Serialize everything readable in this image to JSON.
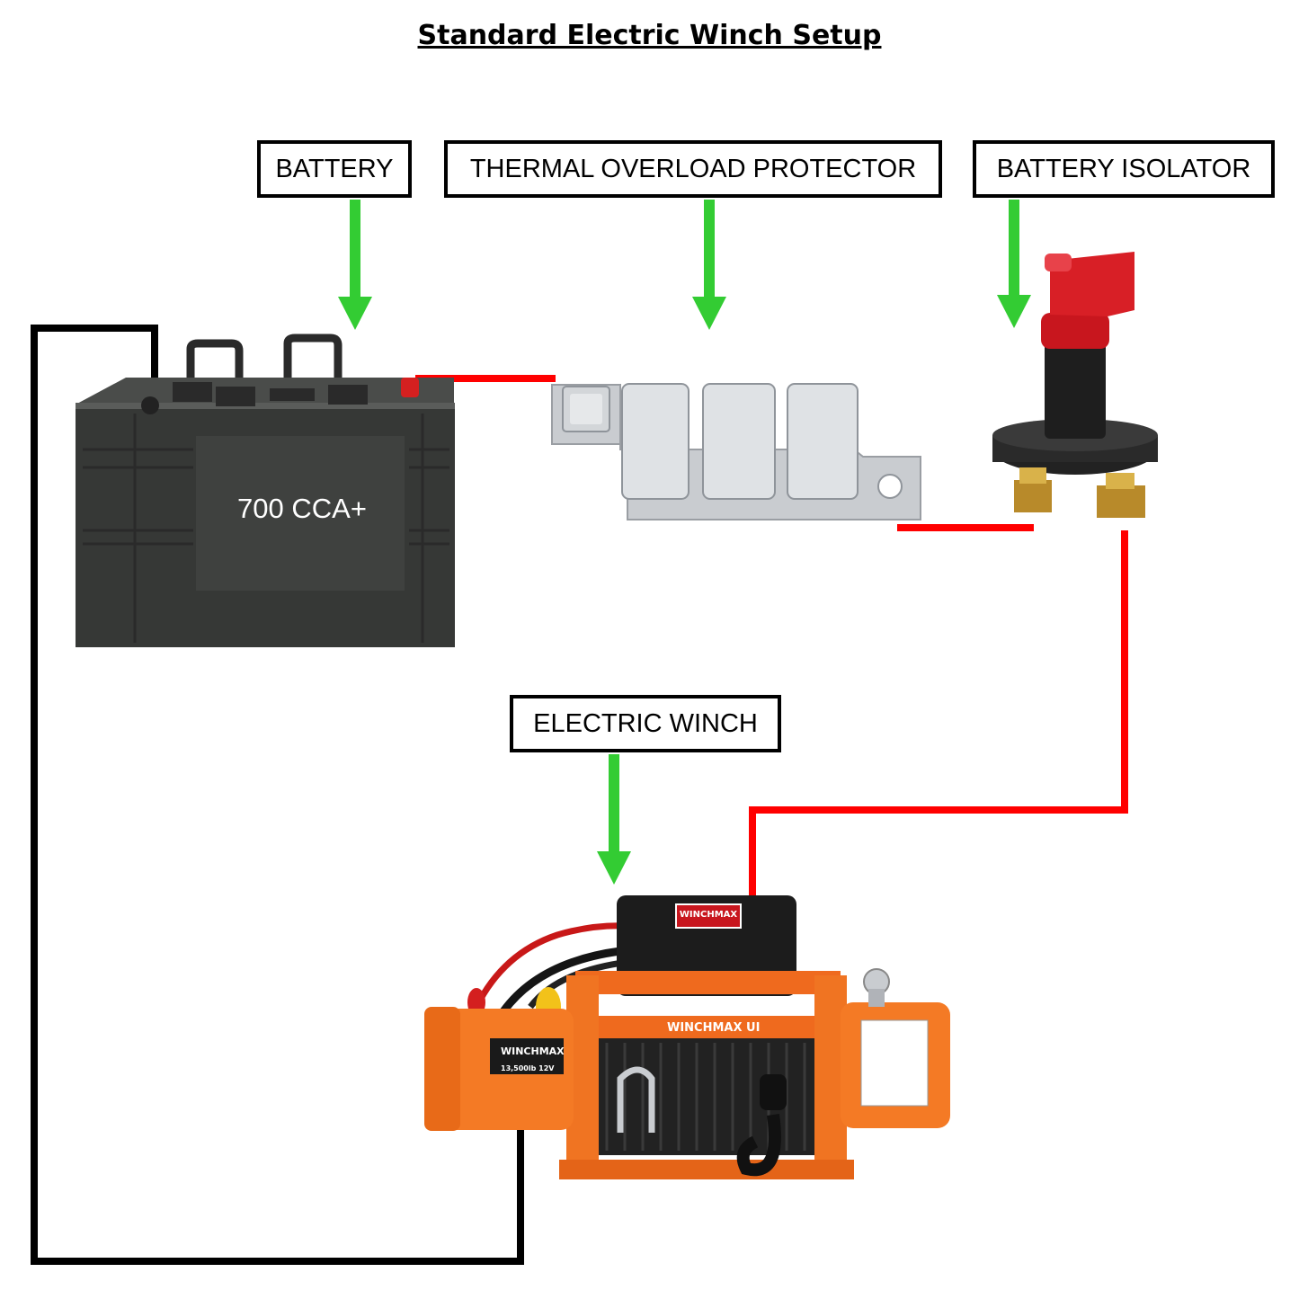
{
  "title": "Standard Electric Winch Setup",
  "labels": {
    "battery": "BATTERY",
    "thermal": "THERMAL OVERLOAD PROTECTOR",
    "isolator": "BATTERY ISOLATOR",
    "winch": "ELECTRIC WINCH"
  },
  "battery_rating": "700 CCA+",
  "winch_marks": {
    "control_box_brand": "WINCHMAX",
    "side_brand": "WINCHMAX",
    "rating": "13,500lb 12V",
    "tie_bar": "WINCHMAX UI"
  },
  "colors": {
    "positive_wire": "#ff0000",
    "negative_wire": "#000000",
    "arrow": "#33cc33",
    "winch_body": "#f26f21",
    "battery_case": "#3a3c3a"
  },
  "icons": [
    "battery-icon",
    "thermal-protector-icon",
    "isolator-switch-icon",
    "winch-icon"
  ]
}
